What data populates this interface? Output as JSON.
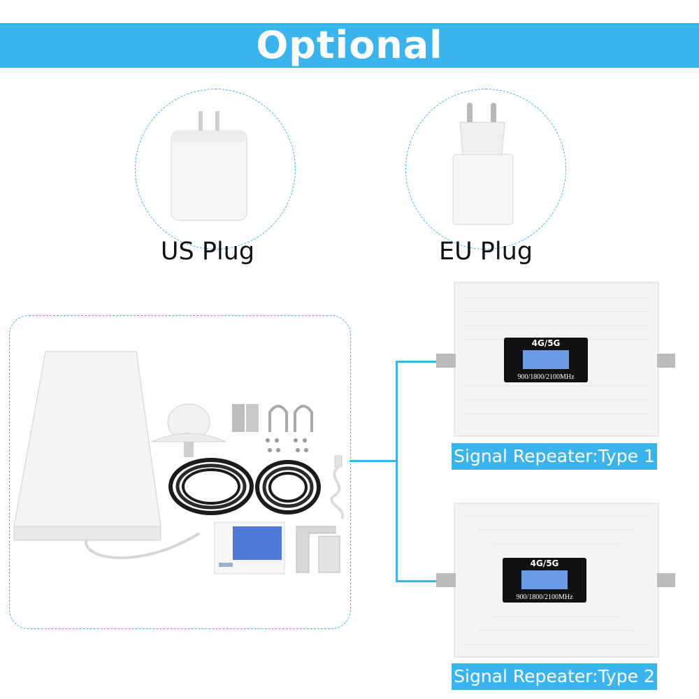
{
  "banner": {
    "title": "Optional"
  },
  "plugs": [
    {
      "label": "US Plug"
    },
    {
      "label": "EU Plug"
    }
  ],
  "repeaters": [
    {
      "label": "Signal Repeater:Type 1",
      "brand": "4G/5G",
      "bands": "900/1800/2100MHz"
    },
    {
      "label": "Signal Repeater:Type 2",
      "brand": "4G/5G",
      "bands": "900/1800/2100MHz"
    }
  ],
  "colors": {
    "accent": "#3ab4ec",
    "lcd_screen": "#6a9de6",
    "device": "#f4f4f4"
  }
}
